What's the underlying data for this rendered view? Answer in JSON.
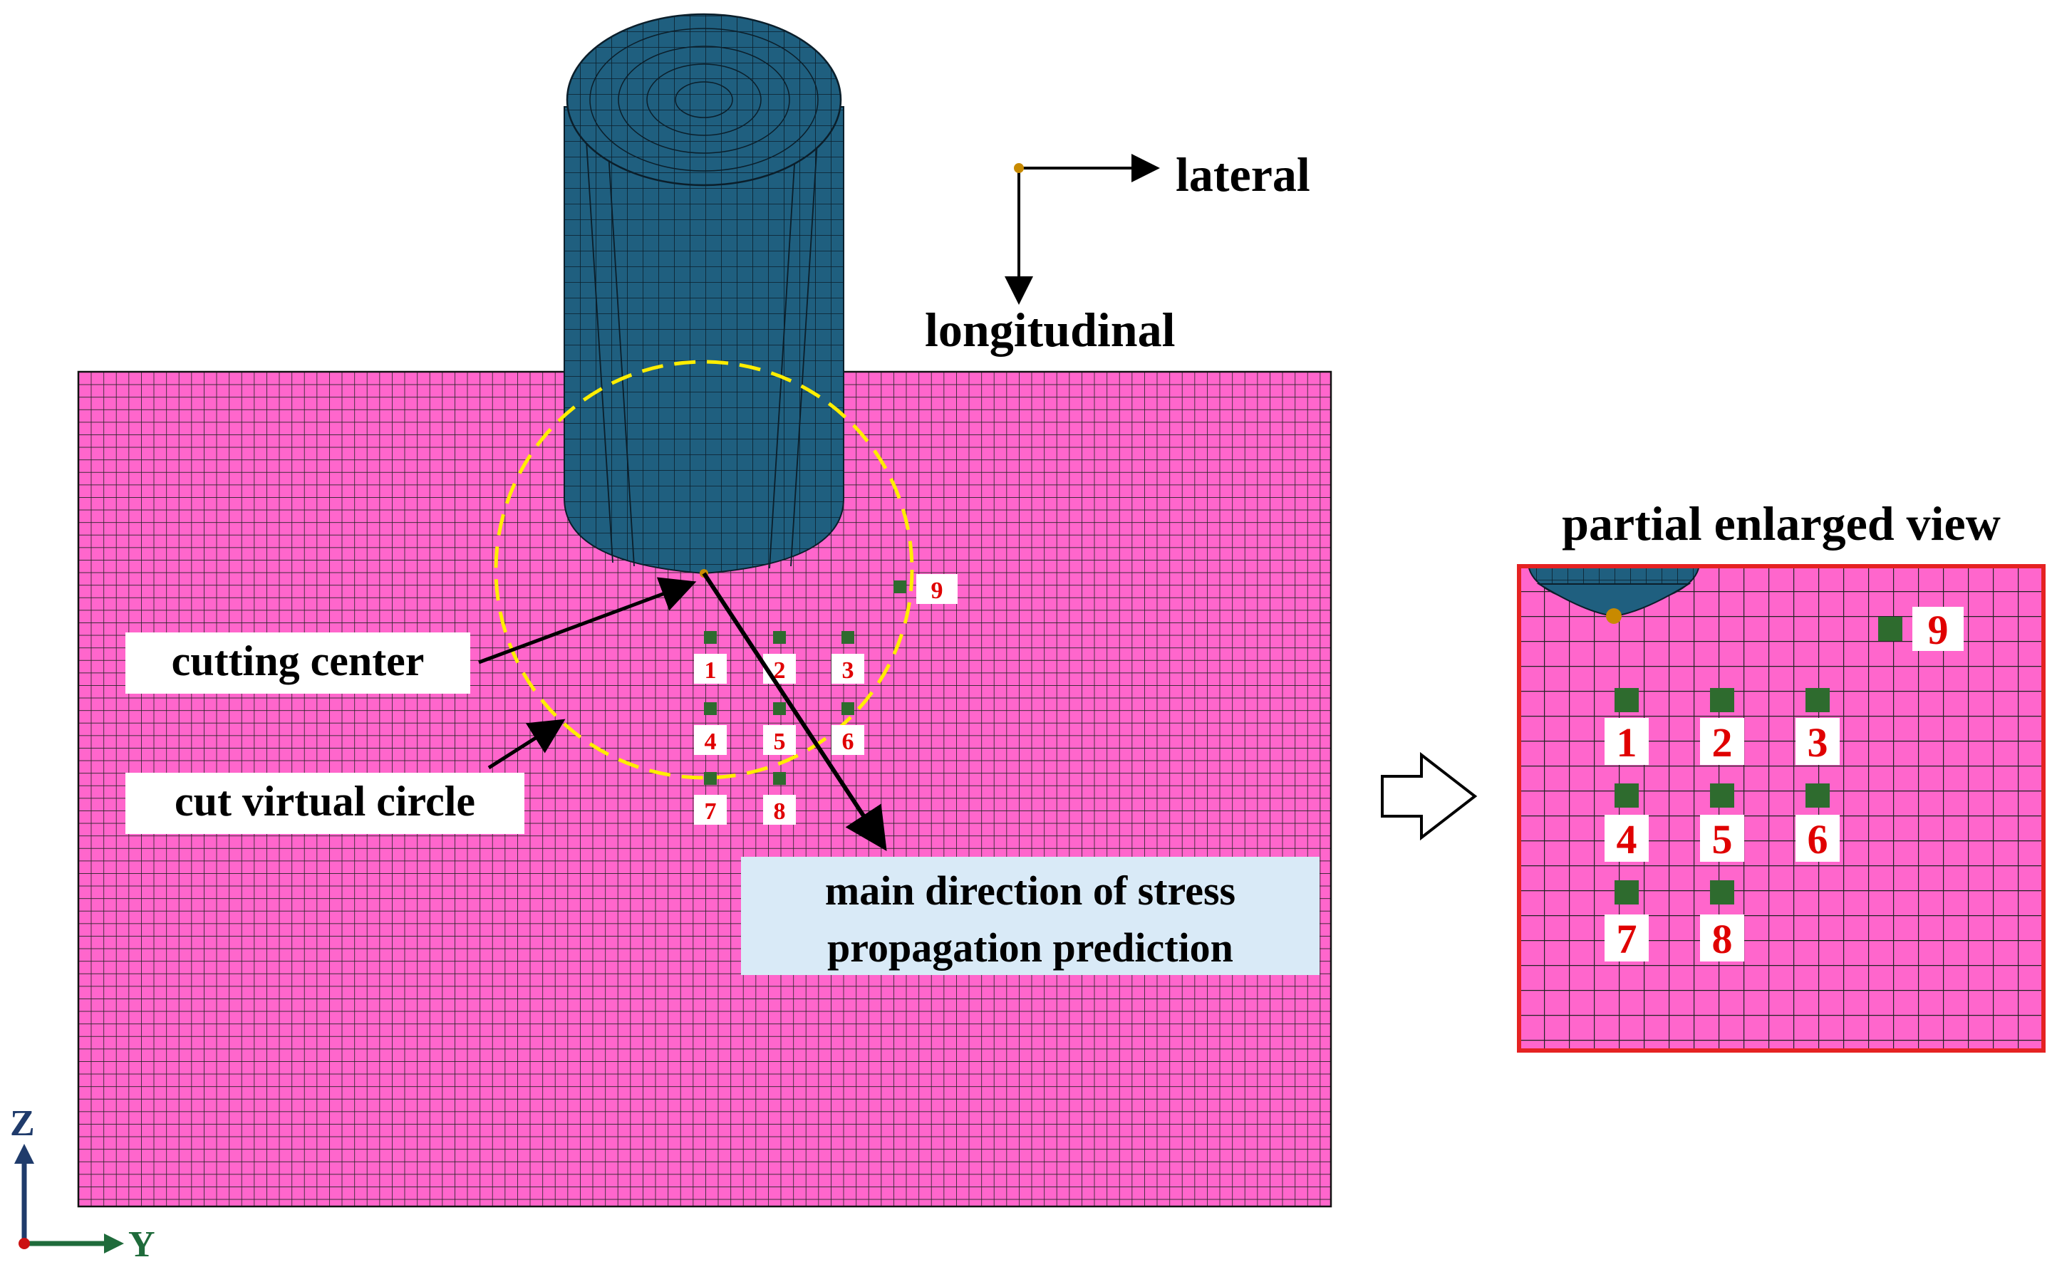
{
  "labels": {
    "lateral": "lateral",
    "longitudinal": "longitudinal",
    "cutting_center": "cutting center",
    "cut_virtual_circle": "cut virtual circle",
    "main_direction_line1": "main direction of stress",
    "main_direction_line2": "propagation prediction",
    "partial_view_title": "partial enlarged view",
    "axis_z": "Z",
    "axis_y": "Y"
  },
  "measure_points": [
    "1",
    "2",
    "3",
    "4",
    "5",
    "6",
    "7",
    "8",
    "9"
  ],
  "colors": {
    "workpiece": "#ff66cc",
    "mesh_line": "#1a1a1a",
    "tool": "#1f5f7f",
    "measure_point": "#2e6b2e",
    "point_label": "#e00000",
    "virtual_circle": "#ffee00",
    "inset_border": "#e52222",
    "stress_box": "#d9eaf7",
    "center_dot": "#c88a00",
    "axis_z": "#1f3b6b",
    "axis_y": "#1f6b3b"
  },
  "icons": {
    "direction_arrow": "hollow-right-arrow-icon",
    "triad": "axis-triad-icon"
  }
}
